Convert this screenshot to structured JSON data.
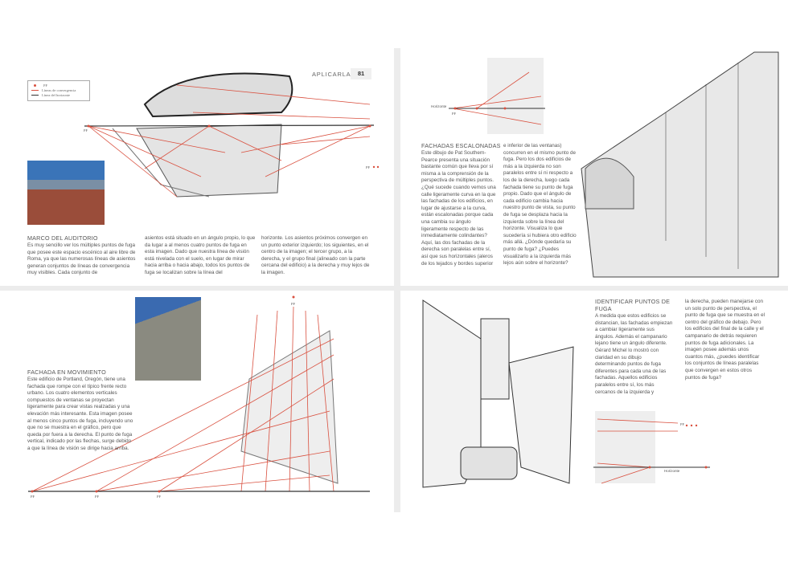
{
  "running_head": {
    "section": "APLICARLA",
    "page": "81"
  },
  "legend": {
    "items": [
      "PF",
      "Líneas de convergencia",
      "Línea del horizonte"
    ]
  },
  "vp_label": "PF",
  "horizon_label": "Horizonte",
  "colors": {
    "accent": "#d9503f",
    "text": "#555555"
  },
  "auditorio": {
    "title": "MARCO DEL AUDITORIO",
    "col1": "Es muy sencillo ver los múltiples puntos de fuga que posee este espacio escénico al aire libre de Roma, ya que las numerosas líneas de asientos generan conjuntos de líneas de convergencia muy visibles. Cada conjunto de",
    "col2": "asientos está situado en un ángulo propio, lo que da lugar a al menos cuatro puntos de fuga en esta imagen. Dado que nuestra línea de visión está nivelada con el suelo, en lugar de mirar hacia arriba o hacia abajo, todos los puntos de fuga se localizan sobre la línea del",
    "col3": "horizonte. Los asientos próximos convergen en un punto exterior izquierdo; los siguientes, en el centro de la imagen; el tercer grupo, a la derecha, y el grupo final (alineado con la parte cercana del edificio) a la derecha y muy lejos de la imagen."
  },
  "escalonadas": {
    "title": "FACHADAS ESCALONADAS",
    "col1": "Este dibujo de Pat Southern-Pearce presenta una situación bastante común que lleva por sí misma a la comprensión de la perspectiva de múltiples puntos. ¿Qué sucede cuando vemos una calle ligeramente curva en la que las fachadas de los edificios, en lugar de ajustarse a la curva, están escalonadas porque cada una cambia su ángulo ligeramente respecto de las inmediatamente colindantes? Aquí, las dos fachadas de la derecha son paralelas entre sí, así que sus horizontales (aleros de los tejados y bordes superior",
    "col2": "e inferior de las ventanas) concurren en el mismo punto de fuga. Pero los dos edificios de más a la izquierda no son paralelos entre sí ni respecto a los de la derecha, luego cada fachada tiene su punto de fuga propio. Dado que el ángulo de cada edificio cambia hacia nuestro punto de vista, su punto de fuga se desplaza hacia la izquierda sobre la línea del horizonte. Visualiza lo que sucedería si hubiera otro edificio más allá. ¿Dónde quedaría su punto de fuga? ¿Puedes visualizarlo a la izquierda más lejos aún sobre el horizonte?"
  },
  "movimiento": {
    "title": "FACHADA EN MOVIMIENTO",
    "body": "Este edificio de Portland, Oregón, tiene una fachada que rompe con el típico frente recto urbano. Los cuatro elementos verticales compuestos de ventanas se proyectan ligeramente para crear vistas realzadas y una elevación más interesante. Esta imagen posee al menos cinco puntos de fuga, incluyendo uno que no se muestra en el gráfico, pero que queda por fuera a la derecha. El punto de fuga vertical, indicado por las flechas, surge debido a que la línea de visión se dirige hacia arriba."
  },
  "identificar": {
    "title": "IDENTIFICAR PUNTOS DE FUGA",
    "col1": "A medida que estos edificios se distancian, las fachadas empiezan a cambiar ligeramente sus ángulos. Además el campanario lejano tiene un ángulo diferente. Gérard Michel lo mostró con claridad en su dibujo determinando puntos de fuga diferentes para cada una de las fachadas. Aquellos edificios paralelos entre sí, los más cercanos de la izquierda y",
    "col2": "la derecha, pueden manejarse con un solo punto de perspectiva, el punto de fuga que se muestra en el centro del gráfico de debajo. Pero los edificios del final de la calle y el campanario de detrás requieren puntos de fuga adicionales. La imagen posee además unos cuantos más, ¿puedes identificar los conjuntos de líneas paralelas que convergen en estos otros puntos de fuga?"
  }
}
